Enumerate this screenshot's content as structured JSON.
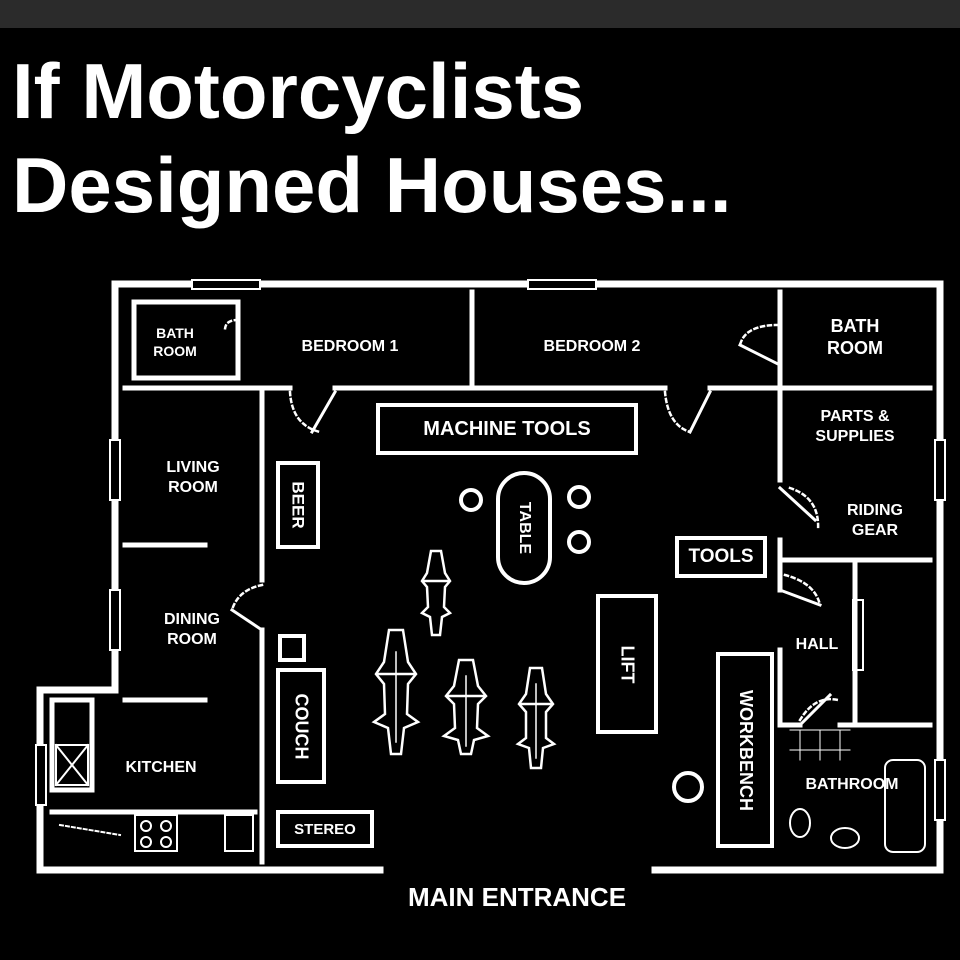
{
  "title": {
    "line1": "If Motorcyclists",
    "line2": "Designed Houses..."
  },
  "rooms": {
    "bath_room_top_left": {
      "line1": "BATH",
      "line2": "ROOM"
    },
    "bedroom1": "BEDROOM 1",
    "bedroom2": "BEDROOM 2",
    "bath_room_top_right": {
      "line1": "BATH",
      "line2": "ROOM"
    },
    "parts_supplies": {
      "line1": "PARTS &",
      "line2": "SUPPLIES"
    },
    "riding_gear": {
      "line1": "RIDING",
      "line2": "GEAR"
    },
    "living_room": {
      "line1": "LIVING",
      "line2": "ROOM"
    },
    "dining_room": {
      "line1": "DINING",
      "line2": "ROOM"
    },
    "kitchen": "KITCHEN",
    "hall": "HALL",
    "bathroom": "BATHROOM"
  },
  "fixtures": {
    "machine_tools": "MACHINE TOOLS",
    "beer": "BEER",
    "table": "TABLE",
    "tools": "TOOLS",
    "lift": "LIFT",
    "couch": "COUCH",
    "workbench": "WORKBENCH",
    "stereo": "STEREO"
  },
  "entrance": "MAIN ENTRANCE",
  "colors": {
    "background": "#000000",
    "lines": "#ffffff",
    "topbar": "#2b2b2b"
  }
}
